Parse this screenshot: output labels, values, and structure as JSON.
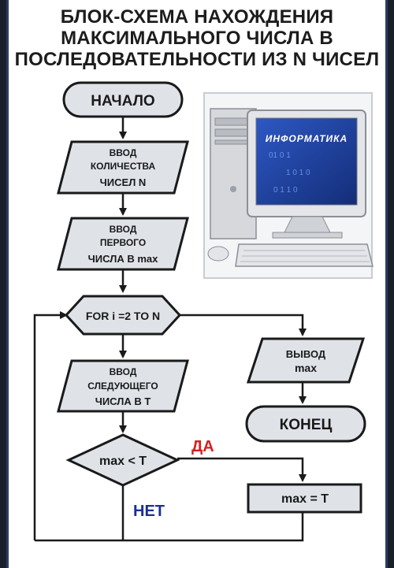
{
  "title": {
    "line1": "БЛОК-СХЕМА НАХОЖДЕНИЯ",
    "line2": "МАКСИМАЛЬНОГО ЧИСЛА В",
    "line3": "ПОСЛЕДОВАТЕЛЬНОСТИ ИЗ N ЧИСЕЛ"
  },
  "nodes": {
    "start": "НАЧАЛО",
    "input_count": [
      "ВВОД",
      "КОЛИЧЕСТВА",
      "ЧИСЕЛ N"
    ],
    "input_first": [
      "ВВОД",
      "ПЕРВОГО",
      "ЧИСЛА В max"
    ],
    "loop": "FOR i =2 TO N",
    "input_next": [
      "ВВОД",
      "СЛЕДУЮЩЕГО",
      "ЧИСЛА В T"
    ],
    "condition": "max < T",
    "output": [
      "ВЫВОД",
      "max"
    ],
    "end": "КОНЕЦ",
    "assign": "max = T"
  },
  "branch_labels": {
    "yes": "ДА",
    "no": "НЕТ"
  },
  "illustration": {
    "monitor_text": "ИНФОРМАТИКА"
  },
  "colors": {
    "node_fill": "#dfe3e8",
    "node_stroke": "#1a1a1a",
    "yes": "#d62020",
    "no": "#1d2f8f",
    "monitor_screen": "#1c3d97"
  }
}
